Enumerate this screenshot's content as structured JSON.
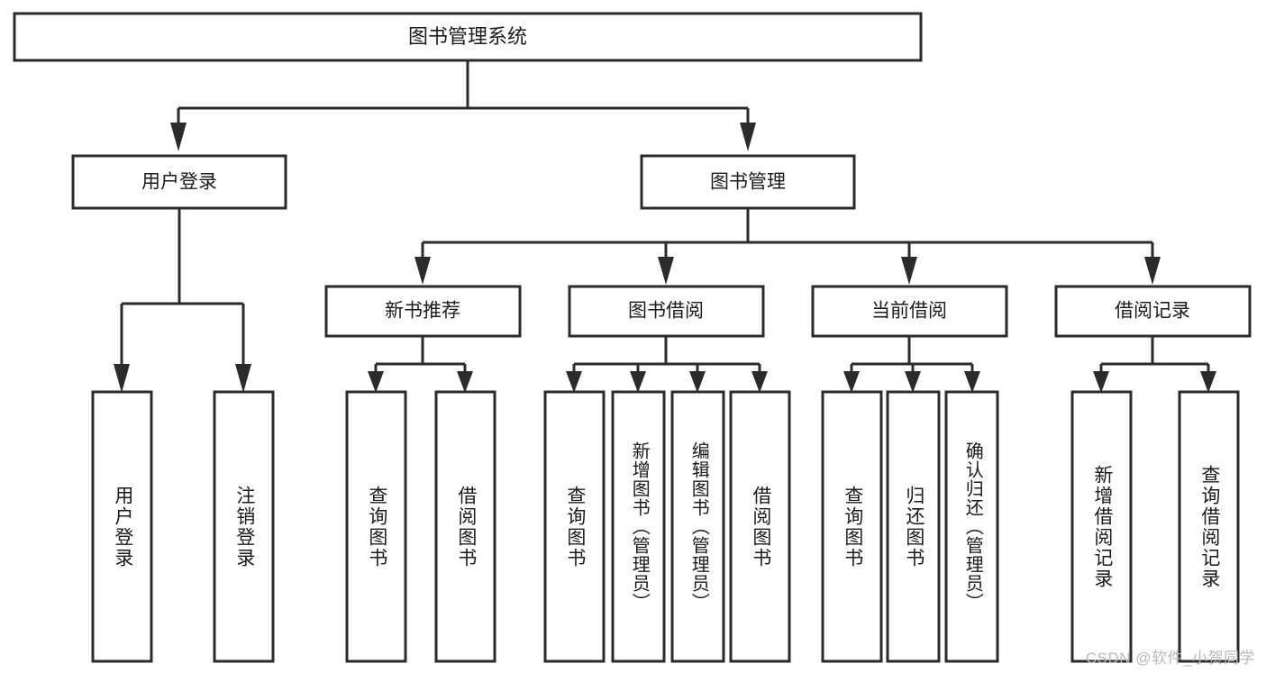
{
  "diagram": {
    "title": "图书管理系统",
    "type": "tree-hierarchy",
    "watermark": "CSDN @软件_小贺同学",
    "colors": {
      "background": "#ffffff",
      "stroke": "#2b2b2b",
      "node_fill": "#ffffff",
      "text": "#1b1b1b",
      "watermark": "#b9b9b9"
    },
    "root": {
      "label": "图书管理系统",
      "orientation": "horizontal"
    },
    "level1": [
      {
        "label": "用户登录",
        "orientation": "horizontal"
      },
      {
        "label": "图书管理",
        "orientation": "horizontal"
      }
    ],
    "level2": [
      {
        "label": "新书推荐",
        "orientation": "horizontal",
        "parent": "图书管理"
      },
      {
        "label": "图书借阅",
        "orientation": "horizontal",
        "parent": "图书管理"
      },
      {
        "label": "当前借阅",
        "orientation": "horizontal",
        "parent": "图书管理"
      },
      {
        "label": "借阅记录",
        "orientation": "horizontal",
        "parent": "图书管理"
      }
    ],
    "leaves": [
      {
        "label": "用户登录",
        "parent": "用户登录",
        "orientation": "vertical"
      },
      {
        "label": "注销登录",
        "parent": "用户登录",
        "orientation": "vertical"
      },
      {
        "label": "查询图书",
        "parent": "新书推荐",
        "orientation": "vertical"
      },
      {
        "label": "借阅图书",
        "parent": "新书推荐",
        "orientation": "vertical"
      },
      {
        "label": "查询图书",
        "parent": "图书借阅",
        "orientation": "vertical"
      },
      {
        "label": "新增图书（管理员）",
        "parent": "图书借阅",
        "orientation": "vertical"
      },
      {
        "label": "编辑图书（管理员）",
        "parent": "图书借阅",
        "orientation": "vertical"
      },
      {
        "label": "借阅图书",
        "parent": "图书借阅",
        "orientation": "vertical"
      },
      {
        "label": "查询图书",
        "parent": "当前借阅",
        "orientation": "vertical"
      },
      {
        "label": "归还图书",
        "parent": "当前借阅",
        "orientation": "vertical"
      },
      {
        "label": "确认归还（管理员）",
        "parent": "当前借阅",
        "orientation": "vertical"
      },
      {
        "label": "新增借阅记录",
        "parent": "借阅记录",
        "orientation": "vertical"
      },
      {
        "label": "查询借阅记录",
        "parent": "借阅记录",
        "orientation": "vertical"
      }
    ]
  }
}
